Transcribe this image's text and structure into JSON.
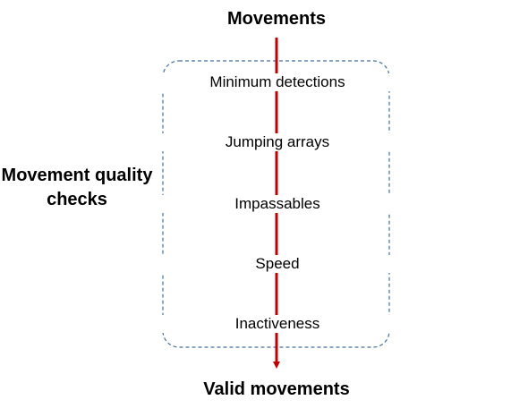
{
  "diagram": {
    "title_top": "Movements",
    "title_bottom": "Valid movements",
    "group_label": "Movement quality checks",
    "steps": [
      "Minimum detections",
      "Jumping arrays",
      "Impassables",
      "Speed",
      "Inactiveness"
    ],
    "colors": {
      "arrow": "#c00000",
      "box_border": "#41719c",
      "text": "#000000"
    }
  }
}
